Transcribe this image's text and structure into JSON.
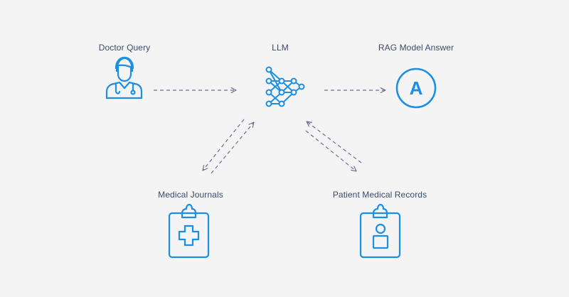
{
  "nodes": {
    "doctor_query": {
      "label": "Doctor Query",
      "icon": "doctor-icon"
    },
    "llm": {
      "label": "LLM",
      "icon": "neural-network-icon"
    },
    "rag_answer": {
      "label": "RAG Model Answer",
      "icon": "answer-a-icon",
      "glyph": "A"
    },
    "medical_journals": {
      "label": "Medical Journals",
      "icon": "clipboard-cross-icon"
    },
    "patient_records": {
      "label": "Patient Medical Records",
      "icon": "clipboard-person-icon"
    }
  },
  "colors": {
    "background": "#f4f4f4",
    "icon": "#1a8fe3",
    "arrow": "#6b6f92",
    "label": "#3e4a6b"
  }
}
